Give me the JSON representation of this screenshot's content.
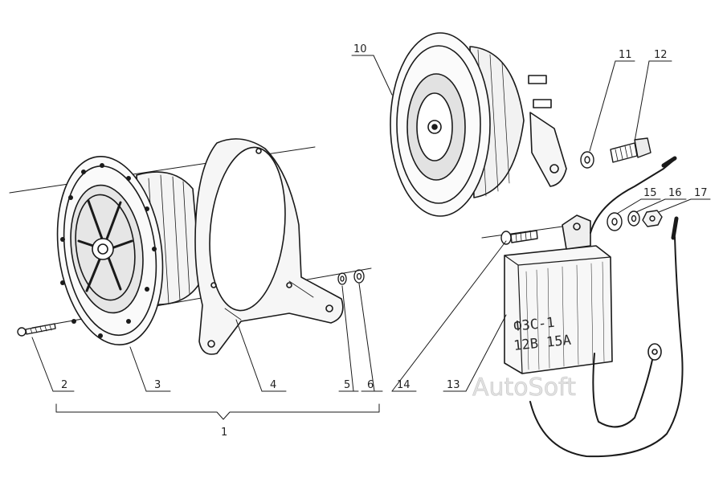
{
  "callouts": {
    "c1": "1",
    "c2": "2",
    "c3": "3",
    "c4": "4",
    "c5": "5",
    "c6": "6",
    "c10": "10",
    "c11": "11",
    "c12": "12",
    "c13": "13",
    "c14": "14",
    "c15": "15",
    "c16": "16",
    "c17": "17"
  },
  "relay_marking": {
    "line1": "ФЗС-1",
    "line2": "12В 15А"
  },
  "watermark": "AutoSoft"
}
